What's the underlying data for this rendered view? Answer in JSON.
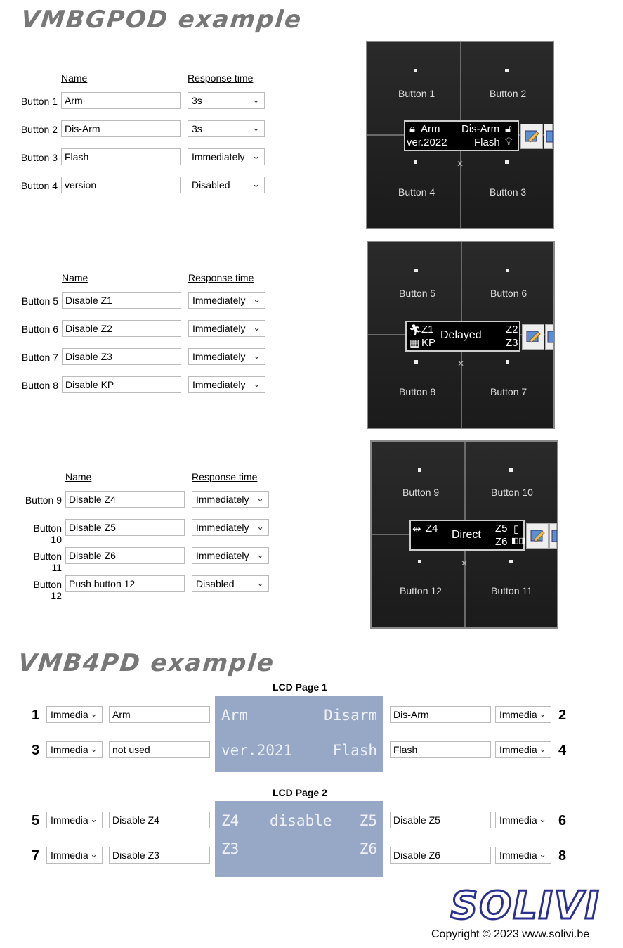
{
  "titles": {
    "vmbgpod": "VMBGPOD example",
    "vmb4pd": "VMB4PD example"
  },
  "headers": {
    "name": "Name",
    "response": "Response time"
  },
  "group1": {
    "rows": [
      {
        "label": "Button 1",
        "name": "Arm",
        "response": "3s"
      },
      {
        "label": "Button 2",
        "name": "Dis-Arm",
        "response": "3s"
      },
      {
        "label": "Button 3",
        "name": "Flash",
        "response": "Immediately"
      },
      {
        "label": "Button 4",
        "name": "version",
        "response": "Disabled"
      }
    ],
    "panel": {
      "tl": "Button 1",
      "tr": "Button 2",
      "bl": "Button 4",
      "br": "Button 3",
      "lcd": {
        "l1a": "Arm",
        "l1b": "Dis-Arm",
        "l2a": "ver.2022",
        "l2b": "Flash"
      }
    }
  },
  "group2": {
    "rows": [
      {
        "label": "Button 5",
        "name": "Disable Z1",
        "response": "Immediately"
      },
      {
        "label": "Button 6",
        "name": "Disable Z2",
        "response": "Immediately"
      },
      {
        "label": "Button 7",
        "name": "Disable Z3",
        "response": "Immediately"
      },
      {
        "label": "Button 8",
        "name": "Disable KP",
        "response": "Immediately"
      }
    ],
    "panel": {
      "tl": "Button 5",
      "tr": "Button 6",
      "bl": "Button 8",
      "br": "Button 7",
      "lcd": {
        "l1a": "Z1",
        "mid": "Delayed",
        "l1b": "Z2",
        "l2a": "KP",
        "l2b": "Z3"
      }
    }
  },
  "group3": {
    "rows": [
      {
        "label": "Button 9",
        "name": "Disable Z4",
        "response": "Immediately"
      },
      {
        "label": "Button 10",
        "name": "Disable Z5",
        "response": "Immediately"
      },
      {
        "label": "Button 11",
        "name": "Disable Z6",
        "response": "Immediately"
      },
      {
        "label": "Button 12",
        "name": "Push button 12",
        "response": "Disabled"
      }
    ],
    "panel": {
      "tl": "Button 9",
      "tr": "Button 10",
      "bl": "Button 12",
      "br": "Button 11",
      "lcd": {
        "l1a": "Z4",
        "mid": "Direct",
        "l1b": "Z5",
        "l2b": "Z6"
      }
    }
  },
  "vmb4pd": {
    "page1": {
      "title": "LCD Page 1",
      "left": [
        {
          "num": "1",
          "response": "Immedia",
          "name": "Arm"
        },
        {
          "num": "3",
          "response": "Immedia",
          "name": "not used"
        }
      ],
      "right": [
        {
          "num": "2",
          "response": "Immedia",
          "name": "Dis-Arm"
        },
        {
          "num": "4",
          "response": "Immedia",
          "name": "Flash"
        }
      ],
      "lcd": {
        "r1l": "Arm",
        "r1r": "Disarm",
        "r2l": "ver.2021",
        "r2r": "Flash"
      }
    },
    "page2": {
      "title": "LCD Page 2",
      "left": [
        {
          "num": "5",
          "response": "Immedia",
          "name": "Disable Z4"
        },
        {
          "num": "7",
          "response": "Immedia",
          "name": "Disable Z3"
        }
      ],
      "right": [
        {
          "num": "6",
          "response": "Immedia",
          "name": "Disable Z5"
        },
        {
          "num": "8",
          "response": "Immedia",
          "name": "Disable Z6"
        }
      ],
      "lcd": {
        "r1l": "Z4",
        "r1m": "disable",
        "r1r": "Z5",
        "r2l": "Z3",
        "r2r": "Z6"
      }
    }
  },
  "footer": {
    "logo": "SOLIVI",
    "copyright": "Copyright © 2023 www.solivi.be"
  },
  "colors": {
    "lcd_blue": "#97a8c7",
    "logo_blue": "#2b2f8f",
    "title_gray": "#777777"
  }
}
